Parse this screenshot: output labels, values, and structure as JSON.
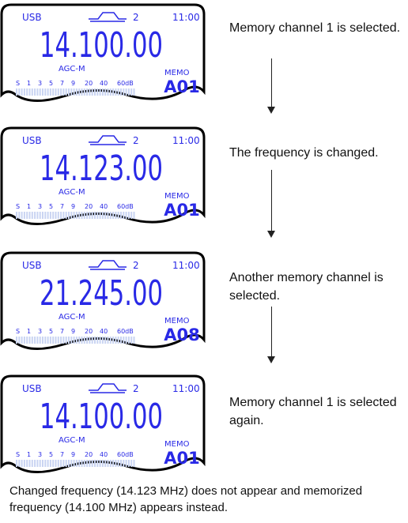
{
  "displays": [
    {
      "mode": "USB",
      "filter_number": "2",
      "time": "11:00",
      "frequency": "14.100.00",
      "agc": "AGC-M",
      "memo_label": "MEMO",
      "channel": "A01",
      "meter_scale": [
        "S",
        "1",
        "3",
        "5",
        "7",
        "9",
        "20",
        "40",
        "60dB"
      ],
      "description": "Memory channel 1 is selected."
    },
    {
      "mode": "USB",
      "filter_number": "2",
      "time": "11:00",
      "frequency": "14.123.00",
      "agc": "AGC-M",
      "memo_label": "MEMO",
      "channel": "A01",
      "meter_scale": [
        "S",
        "1",
        "3",
        "5",
        "7",
        "9",
        "20",
        "40",
        "60dB"
      ],
      "description": "The frequency is changed."
    },
    {
      "mode": "USB",
      "filter_number": "2",
      "time": "11:00",
      "frequency": "21.245.00",
      "agc": "AGC-M",
      "memo_label": "MEMO",
      "channel": "A08",
      "meter_scale": [
        "S",
        "1",
        "3",
        "5",
        "7",
        "9",
        "20",
        "40",
        "60dB"
      ],
      "description": "Another memory channel is selected."
    },
    {
      "mode": "USB",
      "filter_number": "2",
      "time": "11:00",
      "frequency": "14.100.00",
      "agc": "AGC-M",
      "memo_label": "MEMO",
      "channel": "A01",
      "meter_scale": [
        "S",
        "1",
        "3",
        "5",
        "7",
        "9",
        "20",
        "40",
        "60dB"
      ],
      "description": "Memory channel 1 is selected again."
    }
  ],
  "caption": "Changed frequency (14.123 MHz) does not appear and memorized frequency (14.100 MHz) appears instead.",
  "colors": {
    "lcd_text": "#2929e6",
    "bezel": "#000000",
    "meter_bar": "#c9d4f2",
    "text": "#111111"
  }
}
